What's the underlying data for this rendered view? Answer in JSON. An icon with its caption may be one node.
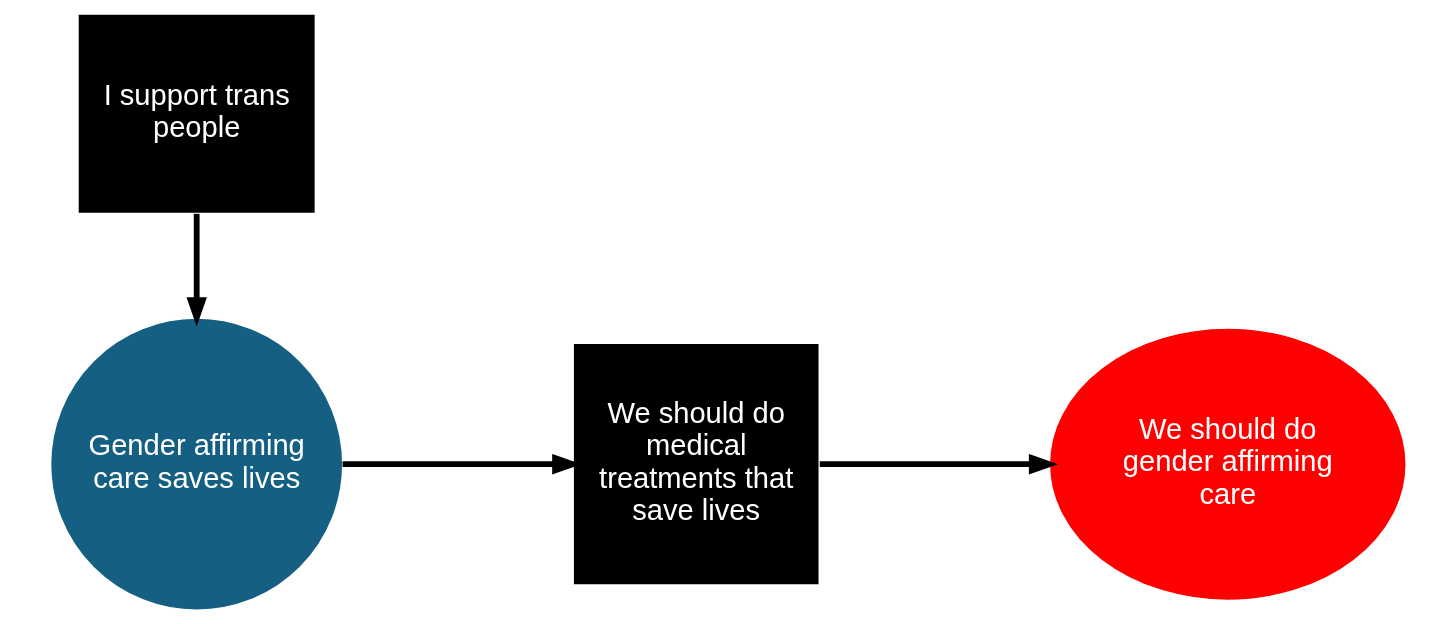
{
  "diagram": {
    "nodes": [
      {
        "text": [
          "I support trans people"
        ]
      },
      {
        "text": [
          "Gender affirming care saves lives"
        ]
      },
      {
        "text": [
          "We should do medical treatments that save lives"
        ]
      },
      {
        "text": [
          "We should do gender affirming care"
        ]
      }
    ],
    "edges": [
      {
        "from": 0,
        "to": 1,
        "arrow": "to"
      },
      {
        "from": 1,
        "to": 2,
        "arrow": "to"
      },
      {
        "from": 2,
        "to": 3,
        "arrow": "to"
      }
    ]
  }
}
